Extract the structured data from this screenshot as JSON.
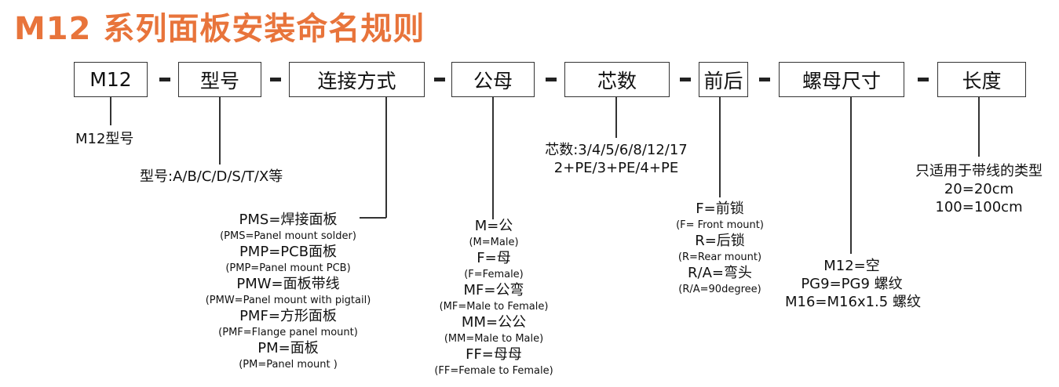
{
  "title": "M12 系列面板安装命名规则",
  "boxes": [
    "M12",
    "型号",
    "连接方式",
    "公母",
    "芯数",
    "前后",
    "螺母尺寸",
    "长度"
  ],
  "dash_symbol": "-",
  "labels": {
    "model_line": "M12型号",
    "type_line": "型号:A/B/C/D/S/T/X等",
    "connection": [
      {
        "main": "PMS=焊接面板",
        "sub": "(PMS=Panel mount solder)"
      },
      {
        "main": "PMP=PCB面板",
        "sub": "(PMP=Panel mount PCB)"
      },
      {
        "main": "PMW=面板带线",
        "sub": "(PMW=Panel mount with pigtail)"
      },
      {
        "main": "PMF=方形面板",
        "sub": "(PMF=Flange panel mount)"
      },
      {
        "main": "PM=面板",
        "sub": "(PM=Panel mount )"
      }
    ],
    "gender": [
      {
        "main": "M=公",
        "sub": "(M=Male)"
      },
      {
        "main": "F=母",
        "sub": "(F=Female)"
      },
      {
        "main": "MF=公弯",
        "sub": "(MF=Male to Female)"
      },
      {
        "main": "MM=公公",
        "sub": "(MM=Male to Male)"
      },
      {
        "main": "FF=母母",
        "sub": "(FF=Female to Female)"
      }
    ],
    "cores": [
      "芯数:3/4/5/6/8/12/17",
      "2+PE/3+PE/4+PE"
    ],
    "mount": [
      {
        "main": "F=前锁",
        "sub": "(F= Front mount)"
      },
      {
        "main": "R=后锁",
        "sub": "(R=Rear mount)"
      },
      {
        "main": "R/A=弯头",
        "sub": "(R/A=90degree)"
      }
    ],
    "nut": [
      "M12=空",
      "PG9=PG9 螺纹",
      "M16=M16x1.5 螺纹"
    ],
    "length": [
      "只适用于带线的类型",
      "20=20cm",
      "100=100cm"
    ]
  },
  "colors": {
    "title": "#e8743b",
    "line": "#333333",
    "text": "#111111"
  }
}
